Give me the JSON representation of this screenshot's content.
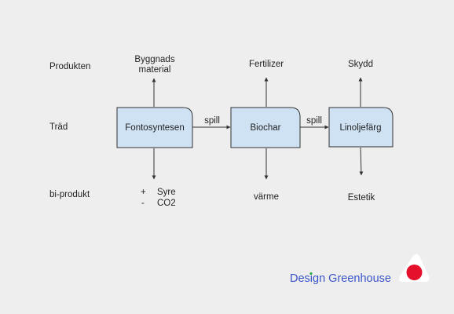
{
  "rows": {
    "products": "Produkten",
    "tree": "Träd",
    "byproducts": "bi-produkt"
  },
  "boxes": {
    "photosynthesis": "Fontosyntesen",
    "biochar": "Biochar",
    "linseed": "Linoljefärg"
  },
  "products": {
    "building_line1": "Byggnads",
    "building_line2": "material",
    "fertilizer": "Fertilizer",
    "protection": "Skydd"
  },
  "byproducts": {
    "plus": "+",
    "minus": "-",
    "oxygen": "Syre",
    "co2": "CO2",
    "heat": "värme",
    "aesthetics": "Estetik"
  },
  "flows": {
    "spill1": "spill",
    "spill2": "spill"
  },
  "brand": {
    "name": "Design Greenhouse",
    "accent": "#3b55c9",
    "dot_color": "#2aa84a",
    "logo_color": "#e5102b"
  },
  "colors": {
    "box_fill": "#cfe2f3",
    "box_stroke": "#333333"
  }
}
